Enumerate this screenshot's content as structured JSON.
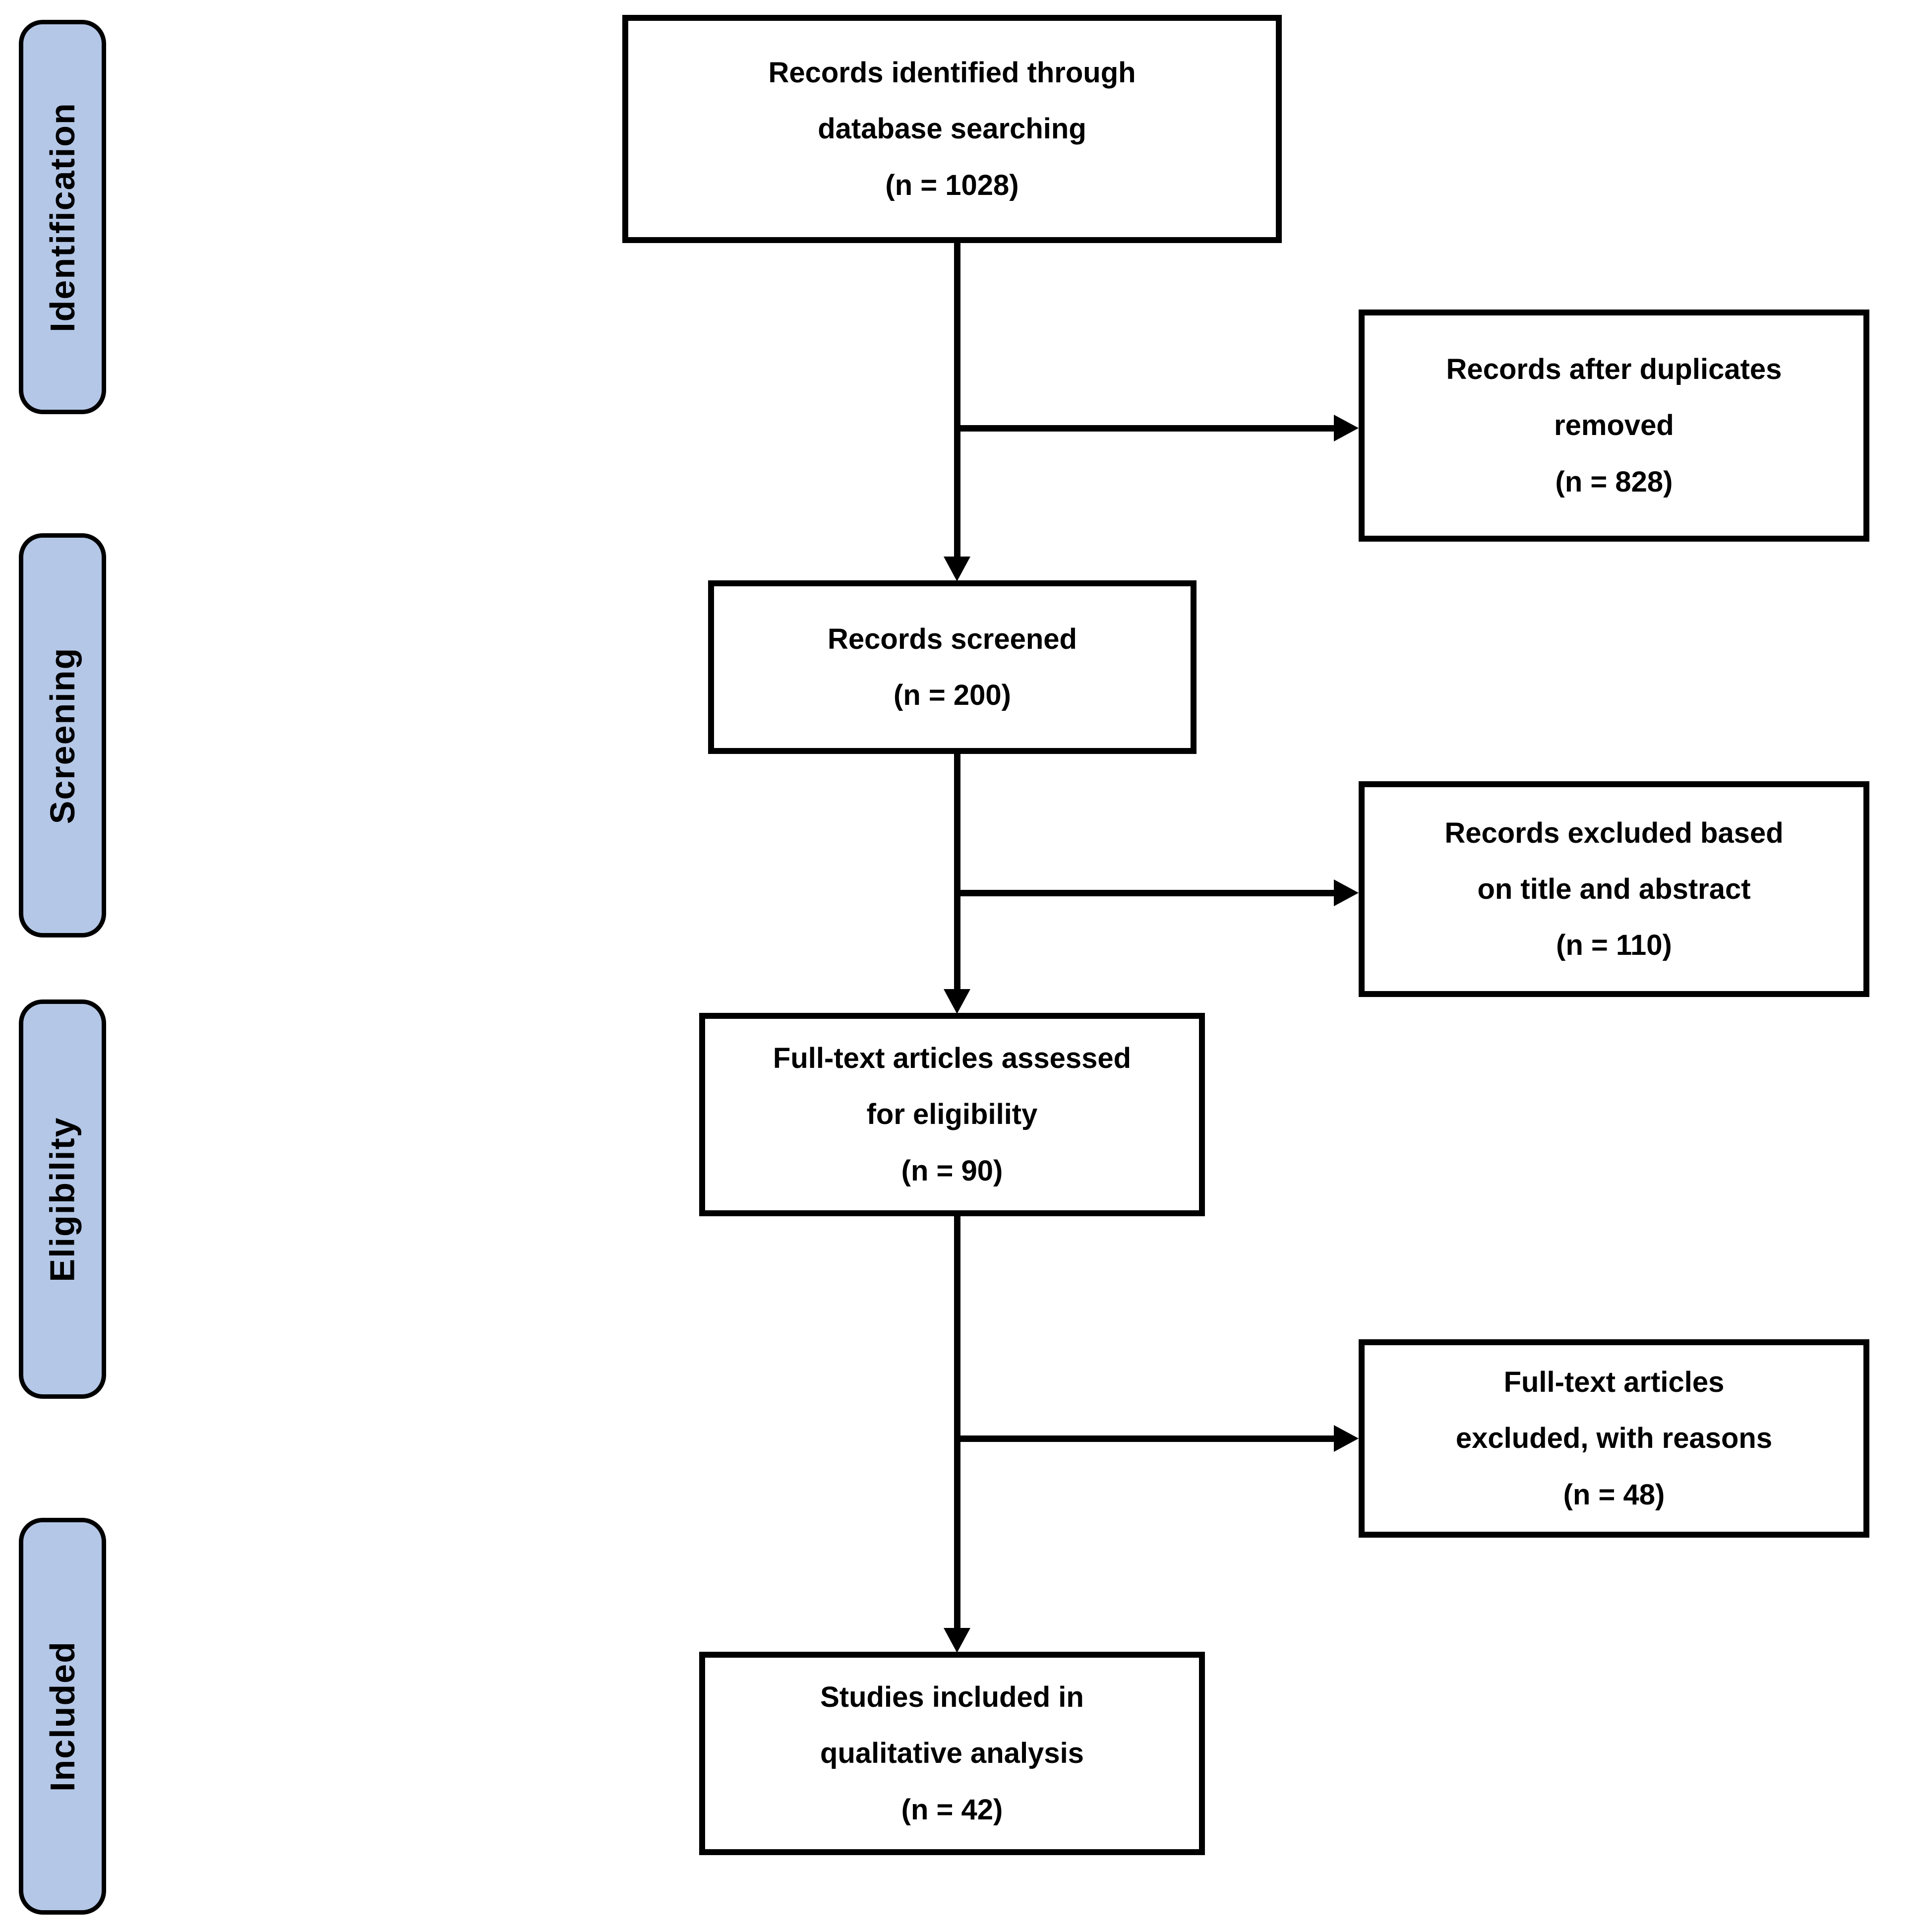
{
  "diagram": {
    "stages": [
      {
        "label": "Identification"
      },
      {
        "label": "Screening"
      },
      {
        "label": "Eligibility"
      },
      {
        "label": "Included"
      }
    ],
    "boxes": {
      "identified": {
        "text": "Records identified through\ndatabase searching\n(n = 1028)",
        "n": 1028
      },
      "duplicates_removed": {
        "text": "Records after duplicates\nremoved\n(n = 828)",
        "n": 828
      },
      "screened": {
        "text": "Records screened\n(n = 200)",
        "n": 200
      },
      "excluded_title_abstract": {
        "text": "Records excluded based\non title and abstract\n(n = 110)",
        "n": 110
      },
      "fulltext_assessed": {
        "text": "Full-text articles assessed\nfor eligibility\n(n = 90)",
        "n": 90
      },
      "fulltext_excluded": {
        "text": "Full-text articles\nexcluded, with reasons\n(n = 48)",
        "n": 48
      },
      "included_qualitative": {
        "text": "Studies included in\nqualitative analysis\n(n = 42)",
        "n": 42
      }
    },
    "connections": [
      {
        "from": "identified",
        "to": "screened"
      },
      {
        "from": "identified",
        "to": "duplicates_removed"
      },
      {
        "from": "screened",
        "to": "fulltext_assessed"
      },
      {
        "from": "screened",
        "to": "excluded_title_abstract"
      },
      {
        "from": "fulltext_assessed",
        "to": "included_qualitative"
      },
      {
        "from": "fulltext_assessed",
        "to": "fulltext_excluded"
      }
    ],
    "colors": {
      "stage_fill": "#b4c7e7",
      "stage_border": "#000000",
      "box_fill": "#ffffff",
      "box_border": "#000000",
      "arrow": "#000000",
      "text": "#000000"
    }
  }
}
